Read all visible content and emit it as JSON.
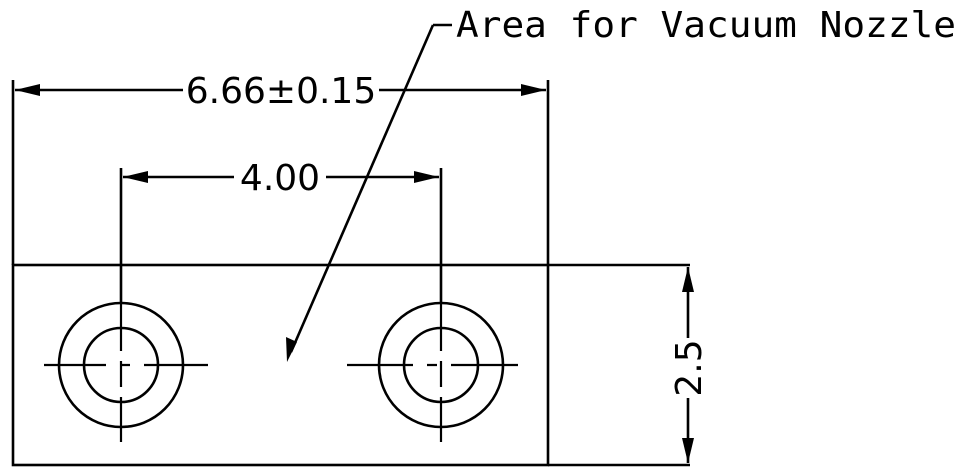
{
  "colors": {
    "ink": "#000000",
    "background": "#ffffff"
  },
  "callout": {
    "label": "Area for Vacuum Nozzle"
  },
  "dimensions": {
    "overall_width": "6.66±0.15",
    "hole_spacing": "4.00",
    "height": "2.5"
  },
  "features": [
    {
      "name": "left-mounting-hole",
      "shape": "concentric-circles"
    },
    {
      "name": "right-mounting-hole",
      "shape": "concentric-circles"
    }
  ]
}
